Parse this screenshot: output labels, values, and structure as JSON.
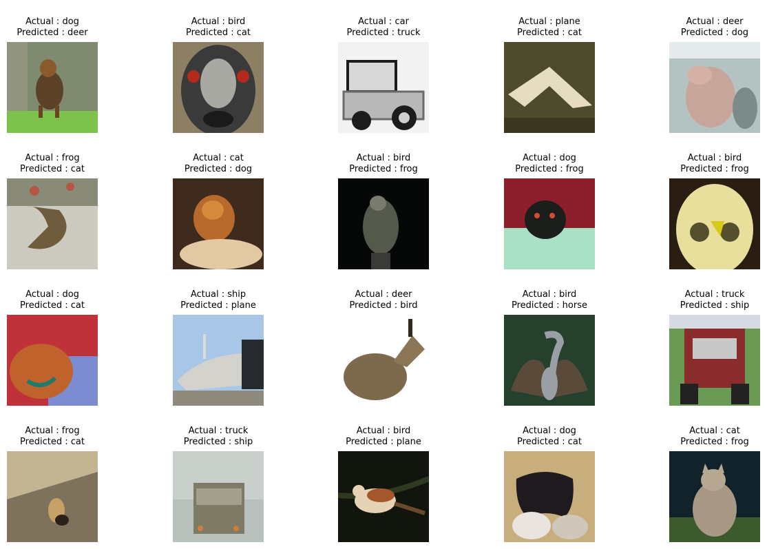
{
  "grid": {
    "columns": 5,
    "tiles": [
      {
        "actual": "Actual : dog",
        "predicted": "Predicted : deer",
        "colors": {
          "bg": "#7f8a6e",
          "fg": "#5a4128",
          "accent": "#7cc24c"
        },
        "subject": "dog"
      },
      {
        "actual": "Actual : bird",
        "predicted": "Predicted : cat",
        "colors": {
          "bg": "#8d7f63",
          "fg": "#3b3a3a",
          "accent": "#b42a1e"
        },
        "subject": "bird-face"
      },
      {
        "actual": "Actual : car",
        "predicted": "Predicted : truck",
        "colors": {
          "bg": "#f2f2f2",
          "fg": "#6a6a6a",
          "accent": "#1c1c1c"
        },
        "subject": "car"
      },
      {
        "actual": "Actual : plane",
        "predicted": "Predicted : cat",
        "colors": {
          "bg": "#4e4a2c",
          "fg": "#e6dcc2",
          "accent": "#3a3620"
        },
        "subject": "plane"
      },
      {
        "actual": "Actual : deer",
        "predicted": "Predicted : dog",
        "colors": {
          "bg": "#b4c2c2",
          "fg": "#c7a59a",
          "accent": "#e5eaea"
        },
        "subject": "deer"
      },
      {
        "actual": "Actual : frog",
        "predicted": "Predicted : cat",
        "colors": {
          "bg": "#cdcbc0",
          "fg": "#6f5c3c",
          "accent": "#b55544"
        },
        "subject": "frog"
      },
      {
        "actual": "Actual : cat",
        "predicted": "Predicted : dog",
        "colors": {
          "bg": "#3f2a1e",
          "fg": "#b86a2c",
          "accent": "#e3c9a3"
        },
        "subject": "cat"
      },
      {
        "actual": "Actual : bird",
        "predicted": "Predicted : frog",
        "colors": {
          "bg": "#050807",
          "fg": "#55594c",
          "accent": "#7a7b6e"
        },
        "subject": "bird-dark"
      },
      {
        "actual": "Actual : dog",
        "predicted": "Predicted : frog",
        "colors": {
          "bg": "#8d1e2c",
          "fg": "#1c1e1c",
          "accent": "#a9e0c6"
        },
        "subject": "dog-green"
      },
      {
        "actual": "Actual : bird",
        "predicted": "Predicted : frog",
        "colors": {
          "bg": "#2a1e12",
          "fg": "#e8df9c",
          "accent": "#d8c818"
        },
        "subject": "owl"
      },
      {
        "actual": "Actual : dog",
        "predicted": "Predicted : cat",
        "colors": {
          "bg": "#c0323a",
          "fg": "#c0622c",
          "accent": "#7d8cd0"
        },
        "subject": "dog-red"
      },
      {
        "actual": "Actual : ship",
        "predicted": "Predicted : plane",
        "colors": {
          "bg": "#a8c6e6",
          "fg": "#d3d2cd",
          "accent": "#262a2f"
        },
        "subject": "ship"
      },
      {
        "actual": "Actual : deer",
        "predicted": "Predicted : bird",
        "colors": {
          "bg": "#ffffff",
          "fg": "#7d6a4d",
          "accent": "#332a1e"
        },
        "subject": "deer-white"
      },
      {
        "actual": "Actual : bird",
        "predicted": "Predicted : horse",
        "colors": {
          "bg": "#26402e",
          "fg": "#9a9fa6",
          "accent": "#5a4a3a"
        },
        "subject": "heron"
      },
      {
        "actual": "Actual : truck",
        "predicted": "Predicted : ship",
        "colors": {
          "bg": "#6b9a55",
          "fg": "#8b2c2c",
          "accent": "#d6dbe3"
        },
        "subject": "truck-front"
      },
      {
        "actual": "Actual : frog",
        "predicted": "Predicted : cat",
        "colors": {
          "bg": "#7f725c",
          "fg": "#c6a067",
          "accent": "#c3b592"
        },
        "subject": "frog-road"
      },
      {
        "actual": "Actual : truck",
        "predicted": "Predicted : ship",
        "colors": {
          "bg": "#b9c1bd",
          "fg": "#7d7a66",
          "accent": "#d27c3a"
        },
        "subject": "truck-back"
      },
      {
        "actual": "Actual : bird",
        "predicted": "Predicted : plane",
        "colors": {
          "bg": "#12150e",
          "fg": "#e6d3b5",
          "accent": "#a4562c"
        },
        "subject": "bird-branch"
      },
      {
        "actual": "Actual : dog",
        "predicted": "Predicted : cat",
        "colors": {
          "bg": "#c8ae7c",
          "fg": "#1e1a1e",
          "accent": "#e9e4df"
        },
        "subject": "dog-bw"
      },
      {
        "actual": "Actual : cat",
        "predicted": "Predicted : frog",
        "colors": {
          "bg": "#12222a",
          "fg": "#a89986",
          "accent": "#3c5a2c"
        },
        "subject": "cat-sitting"
      }
    ]
  }
}
